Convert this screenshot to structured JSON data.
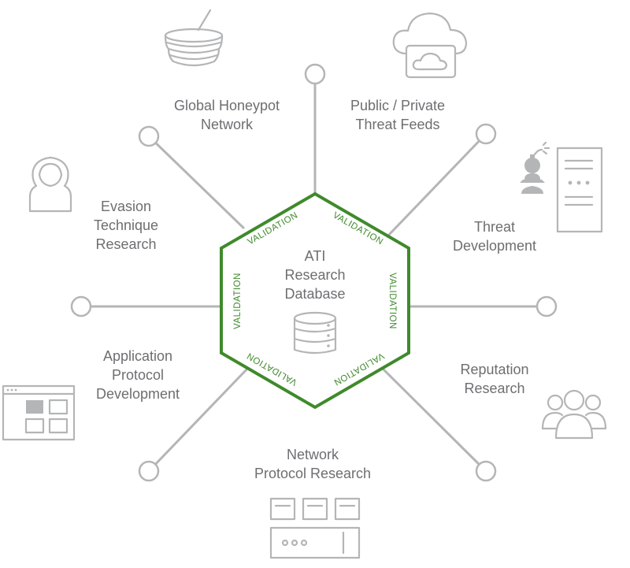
{
  "center": {
    "lines": [
      "ATI",
      "Research",
      "Database"
    ],
    "icon": "database-icon"
  },
  "validation": {
    "label": "VALIDATION"
  },
  "spokes": [
    {
      "id": "global-honeypot",
      "lines": [
        "Global Honeypot",
        "Network"
      ],
      "icon": "honeypot-icon"
    },
    {
      "id": "public-private-feeds",
      "lines": [
        "Public / Private",
        "Threat Feeds"
      ],
      "icon": "cloud-icon"
    },
    {
      "id": "threat-development",
      "lines": [
        "Threat",
        "Development"
      ],
      "icon": "bomb-spy-server-icon"
    },
    {
      "id": "reputation-research",
      "lines": [
        "Reputation",
        "Research"
      ],
      "icon": "people-group-icon"
    },
    {
      "id": "network-protocol-research",
      "lines": [
        "Network",
        "Protocol Research"
      ],
      "icon": "network-hardware-icon"
    },
    {
      "id": "application-protocol-development",
      "lines": [
        "Application",
        "Protocol",
        "Development"
      ],
      "icon": "browser-window-icon"
    },
    {
      "id": "evasion-technique-research",
      "lines": [
        "Evasion",
        "Technique",
        "Research"
      ],
      "icon": "hooded-figure-icon"
    }
  ],
  "colors": {
    "hexagon": "#3f8a2c",
    "text": "#6d6e71",
    "line": "#b4b5b7"
  }
}
